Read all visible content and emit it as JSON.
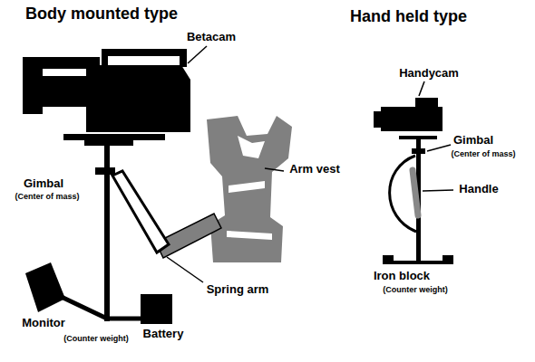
{
  "diagram": {
    "labels": [
      "Body mounted type",
      "Hand held type",
      "Betacam",
      "Arm vest",
      "Gimbal",
      "(Center of mass)",
      "Spring arm",
      "Monitor",
      "(Counter weight)",
      "Battery",
      "Handycam",
      "Gimbal",
      "(Center of mass)",
      "Handle",
      "Iron block",
      "(Counter weight)"
    ]
  }
}
